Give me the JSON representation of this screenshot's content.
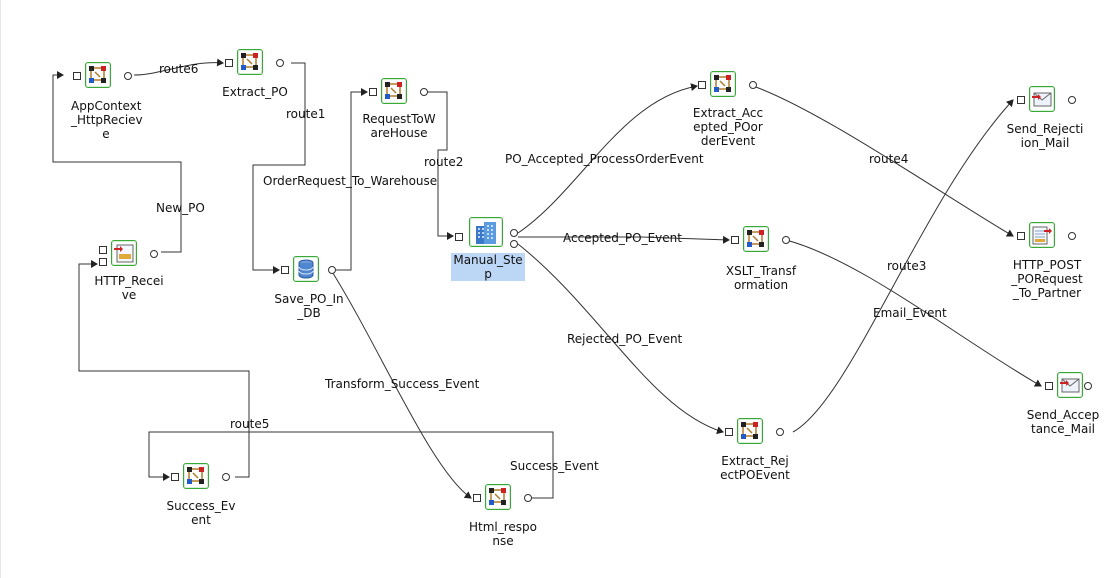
{
  "nodes": {
    "appcontext": {
      "label": "AppContext\n_HttpReciev\ne",
      "icon": "transform-icon"
    },
    "extract_po": {
      "label": "Extract_PO",
      "icon": "transform-icon"
    },
    "request_warehouse": {
      "label": "RequestToW\nareHouse",
      "icon": "transform-icon"
    },
    "extract_accepted": {
      "label": "Extract_Acc\nepted_POor\nderEvent",
      "icon": "transform-icon"
    },
    "send_rejection": {
      "label": "Send_Rejecti\nion_Mail",
      "icon": "email-icon"
    },
    "http_receive": {
      "label": "HTTP_Recei\nve",
      "icon": "http-receive-icon"
    },
    "save_po": {
      "label": "Save_PO_In\n_DB",
      "icon": "database-icon"
    },
    "manual_step": {
      "label": "Manual_Ste\np",
      "icon": "building-icon"
    },
    "xslt": {
      "label": "XSLT_Transf\normation",
      "icon": "transform-icon"
    },
    "http_post": {
      "label": "HTTP_POST\n_PORequest\n_To_Partner",
      "icon": "http-post-icon"
    },
    "send_acceptance": {
      "label": "Send_Accep\ntance_Mail",
      "icon": "email-icon"
    },
    "extract_reject": {
      "label": "Extract_Rej\nectPOEvent",
      "icon": "transform-icon"
    },
    "success_event": {
      "label": "Success_Ev\nent",
      "icon": "transform-icon"
    },
    "html_response": {
      "label": "Html_respo\nnse",
      "icon": "transform-icon"
    }
  },
  "edges": {
    "route6": "route6",
    "route1": "route1",
    "new_po": "New_PO",
    "order_request": "OrderRequest_To_Warehouse",
    "route2": "route2",
    "po_accepted": "PO_Accepted_ProcessOrderEvent",
    "route4": "route4",
    "accepted_po_event": "Accepted_PO_Event",
    "route3": "route3",
    "email_event": "Email_Event",
    "rejected_po_event": "Rejected_PO_Event",
    "transform_success": "Transform_Success_Event",
    "route5": "route5",
    "success_event_edge": "Success_Event"
  },
  "colors": {
    "node_border": "#39a839",
    "selection": "#bcd6f5",
    "edge": "#333333"
  }
}
